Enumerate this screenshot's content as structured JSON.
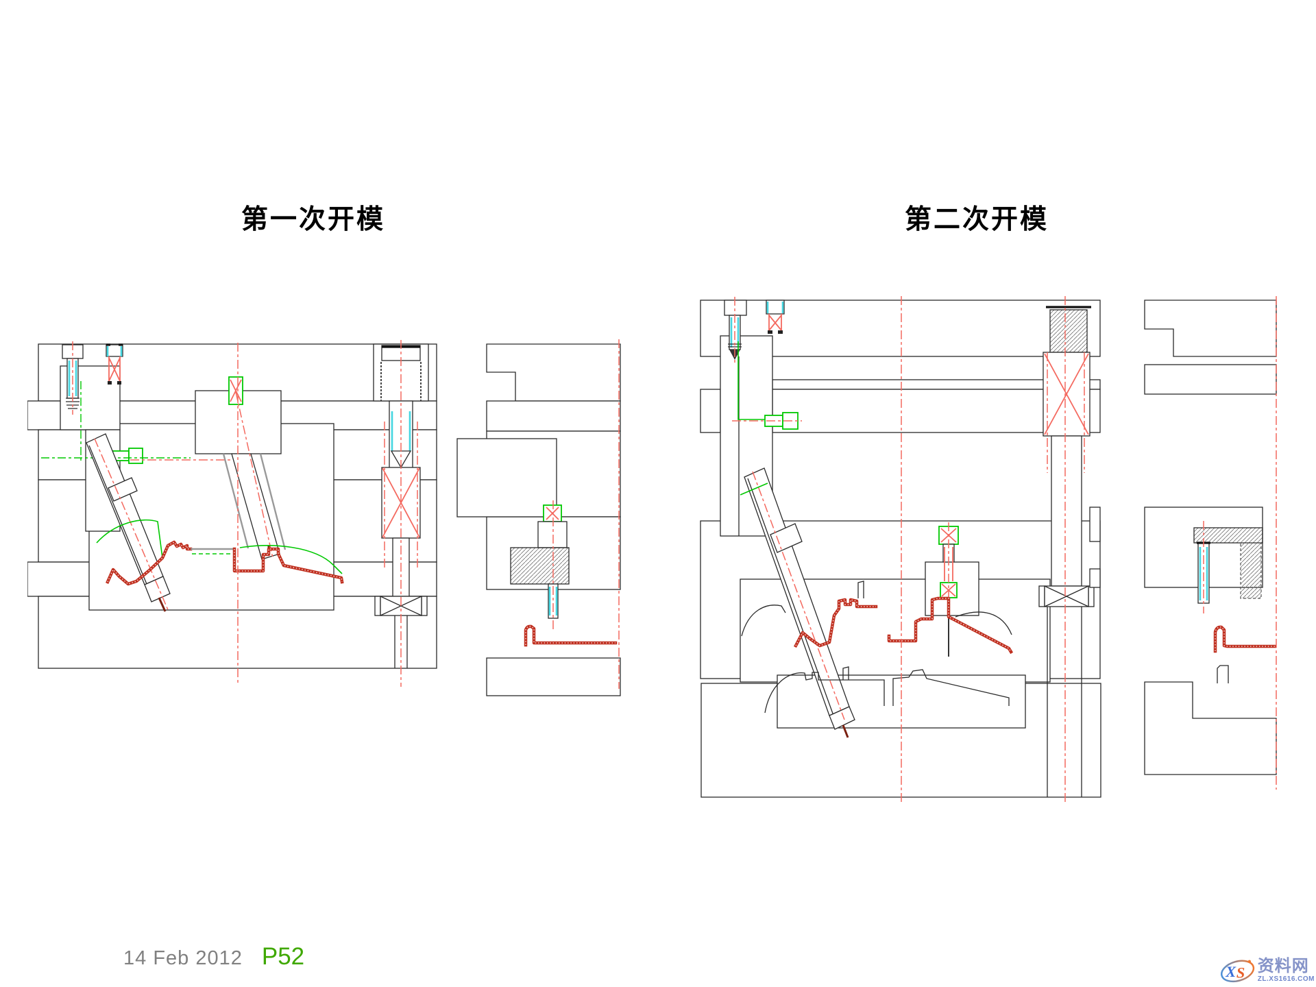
{
  "titles": {
    "left": "第一次开模",
    "right": "第二次开模"
  },
  "footer": {
    "date": "14 Feb 2012",
    "page": "P52"
  },
  "watermark": {
    "logo_text": "XS",
    "site_name": "资料网",
    "site_url": "ZL.XS1616.COM"
  },
  "drawings": {
    "left_label": "第一次开模",
    "right_label": "第二次开模"
  },
  "colors": {
    "outline": "#2a2a2a",
    "centerline_red": "#f4695f",
    "part_red": "#c03020",
    "ejector_green": "#00c800",
    "pin_cyan": "#45d6e0",
    "page_number_green": "#3fa800",
    "footer_gray": "#808080",
    "watermark_blue": "#4a90d9",
    "watermark_orange": "#f07830",
    "watermark_text": "#8593c8"
  }
}
